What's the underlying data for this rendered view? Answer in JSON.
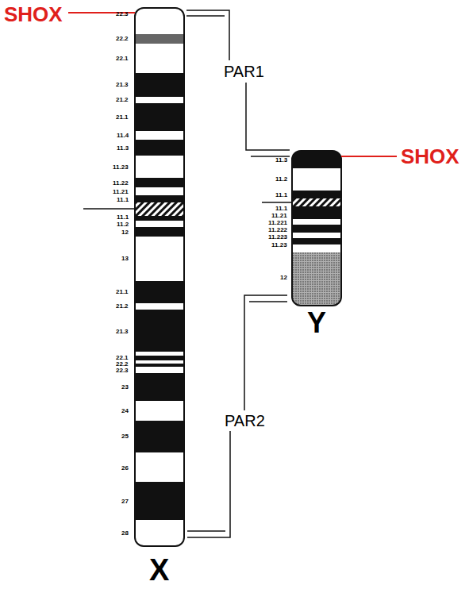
{
  "diagram": {
    "labels": [
      "SHOX",
      "22.3",
      "22.2",
      "22.1",
      "21.3",
      "21.2",
      "21.1",
      "11.4",
      "11.3",
      "11.23",
      "11.22",
      "11.21",
      "11.1",
      "11.1",
      "11.2",
      "12",
      "13",
      "21.1",
      "21.2",
      "21.3",
      "22.1",
      "22.2",
      "22.3",
      "23",
      "24",
      "25",
      "26",
      "27",
      "28",
      "PAR1",
      "SHOX",
      "11.3",
      "11.2",
      "11.1",
      "11.1",
      "11.21",
      "11.221",
      "11.222",
      "11.223",
      "11.23",
      "12",
      "Y",
      "PAR2",
      "X"
    ]
  }
}
